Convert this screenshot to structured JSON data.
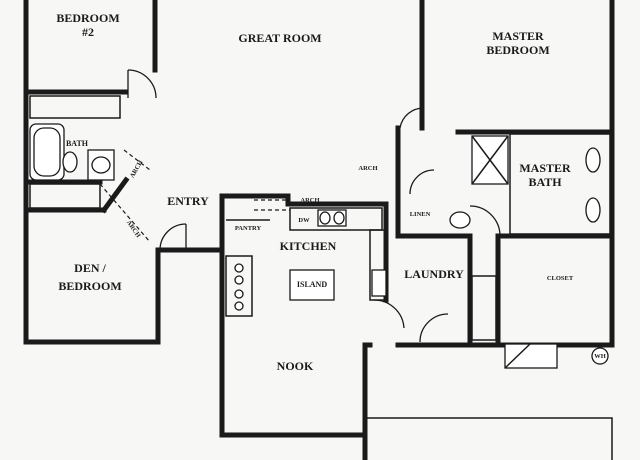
{
  "rooms": {
    "bedroom2_line1": "BEDROOM",
    "bedroom2_line2": "#2",
    "great_room": "GREAT ROOM",
    "master_bedroom_line1": "MASTER",
    "master_bedroom_line2": "BEDROOM",
    "bath": "BATH",
    "master_bath_line1": "MASTER",
    "master_bath_line2": "BATH",
    "entry": "ENTRY",
    "den_line1": "DEN /",
    "den_line2": "BEDROOM",
    "pantry": "PANTRY",
    "kitchen": "KITCHEN",
    "island": "ISLAND",
    "laundry": "LAUNDRY",
    "closet": "CLOSET",
    "linen": "LINEN",
    "nook": "NOOK"
  },
  "labels": {
    "arch_great": "ARCH",
    "arch_kitchen": "ARCH",
    "arch_hall1": "ARCH",
    "arch_hall2": "ARCH",
    "dw": "DW",
    "wh": "WH"
  }
}
